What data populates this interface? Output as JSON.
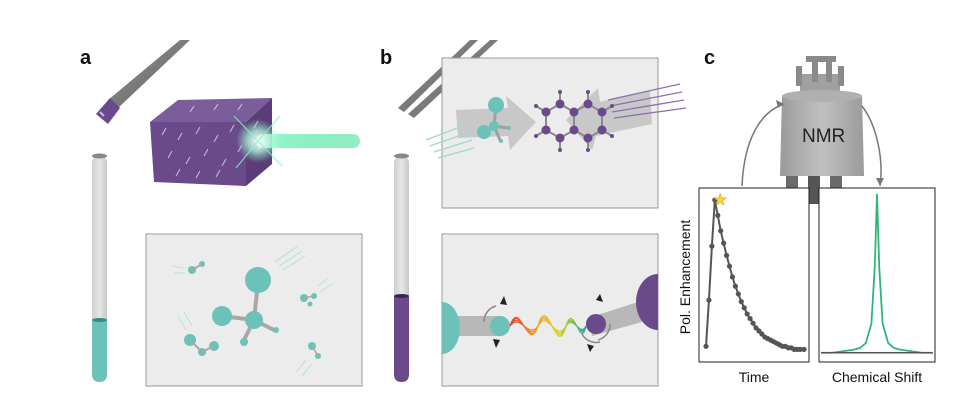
{
  "panels": {
    "a": {
      "label": "a"
    },
    "b": {
      "label": "b"
    },
    "c": {
      "label": "c"
    }
  },
  "nmr": {
    "label": "NMR"
  },
  "plots": {
    "left": {
      "ylabel": "Pol. Enhancement",
      "xlabel": "Time",
      "peak_marker": "star-icon"
    },
    "right": {
      "xlabel": "Chemical Shift"
    }
  },
  "colors": {
    "teal": "#6cc2b8",
    "purple": "#6b4a8c",
    "green": "#2fb57a",
    "gray_box": "#ececec",
    "dark_gray": "#555555",
    "star": "#ffd23f"
  },
  "chart_data": [
    {
      "type": "scatter",
      "title": "",
      "xlabel": "Time",
      "ylabel": "Pol. Enhancement",
      "series": [
        {
          "x": [
            0.0,
            0.03,
            0.06,
            0.09,
            0.12,
            0.15,
            0.18,
            0.21,
            0.24,
            0.27,
            0.3,
            0.33,
            0.36,
            0.39,
            0.42,
            0.45,
            0.48,
            0.51,
            0.54,
            0.57,
            0.6,
            0.63,
            0.66,
            0.69,
            0.72,
            0.75,
            0.78,
            0.81,
            0.84,
            0.87,
            0.9,
            0.93,
            0.96,
            1.0
          ],
          "y": [
            0.05,
            0.35,
            0.7,
            1.0,
            0.9,
            0.8,
            0.72,
            0.64,
            0.57,
            0.5,
            0.44,
            0.39,
            0.34,
            0.3,
            0.26,
            0.23,
            0.2,
            0.17,
            0.15,
            0.13,
            0.11,
            0.1,
            0.09,
            0.08,
            0.07,
            0.06,
            0.05,
            0.05,
            0.04,
            0.04,
            0.03,
            0.03,
            0.03,
            0.03
          ]
        }
      ]
    },
    {
      "type": "line",
      "title": "",
      "xlabel": "Chemical Shift",
      "ylabel": "",
      "series": [
        {
          "x": [
            0.0,
            0.1,
            0.2,
            0.3,
            0.35,
            0.4,
            0.45,
            0.48,
            0.5,
            0.52,
            0.55,
            0.6,
            0.65,
            0.7,
            0.8,
            0.9,
            1.0
          ],
          "y": [
            0.02,
            0.02,
            0.03,
            0.04,
            0.05,
            0.08,
            0.2,
            0.55,
            1.0,
            0.55,
            0.2,
            0.08,
            0.05,
            0.04,
            0.03,
            0.02,
            0.02
          ]
        },
        {
          "x": [
            0.0,
            0.25,
            0.5,
            0.75,
            1.0
          ],
          "y": [
            0.02,
            0.02,
            0.02,
            0.02,
            0.02
          ]
        }
      ]
    }
  ]
}
